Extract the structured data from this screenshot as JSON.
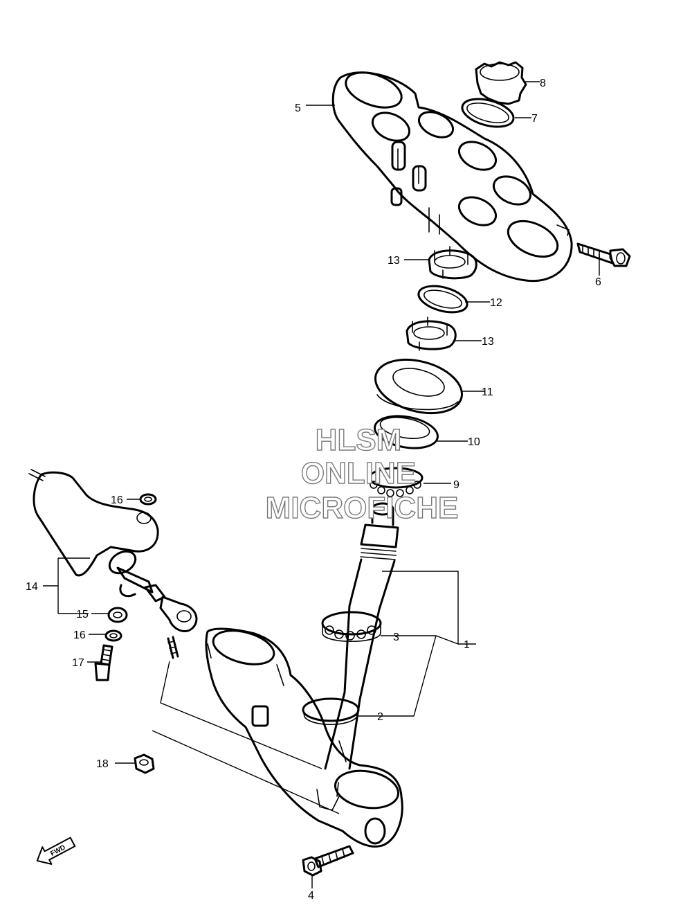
{
  "watermark": {
    "line1": "HLSM",
    "line2": "ONLINE",
    "line3": "MICROFICHE"
  },
  "fwd_label": "FWD",
  "callouts": {
    "c1": "1",
    "c2": "2",
    "c3": "3",
    "c4": "4",
    "c5": "5",
    "c6": "6",
    "c7": "7",
    "c8": "8",
    "c9": "9",
    "c10": "10",
    "c11": "11",
    "c12": "12",
    "c13a": "13",
    "c13b": "13",
    "c14": "14",
    "c15": "15",
    "c16a": "16",
    "c16b": "16",
    "c17": "17",
    "c18": "18"
  },
  "colors": {
    "line": "#000000",
    "background": "#ffffff",
    "watermark_outline": "#7a7a7a"
  }
}
